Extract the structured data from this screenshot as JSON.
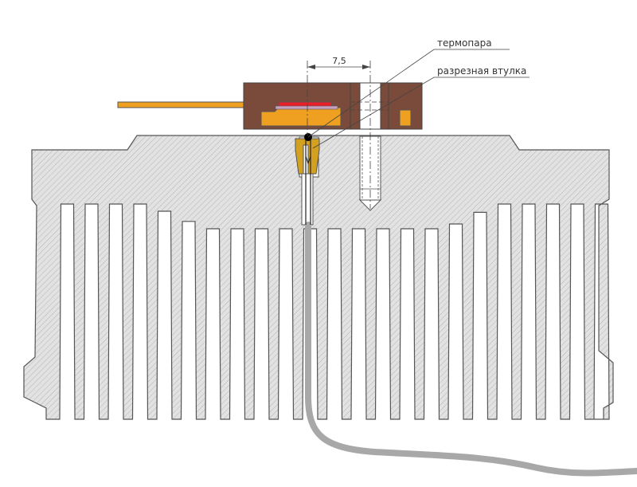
{
  "labels": {
    "thermocouple": "термопара",
    "split_sleeve": "разрезная втулка",
    "dimension": "7,5"
  },
  "colors": {
    "heatsink_fill": "#e2e2e2",
    "hatch": "#9a9a9a",
    "outline": "#555555",
    "housing": "#7a4a3a",
    "lead": "#f0a020",
    "die": "#e8202a",
    "cable": "#a8a8a8",
    "sleeve": "#d4a020"
  }
}
